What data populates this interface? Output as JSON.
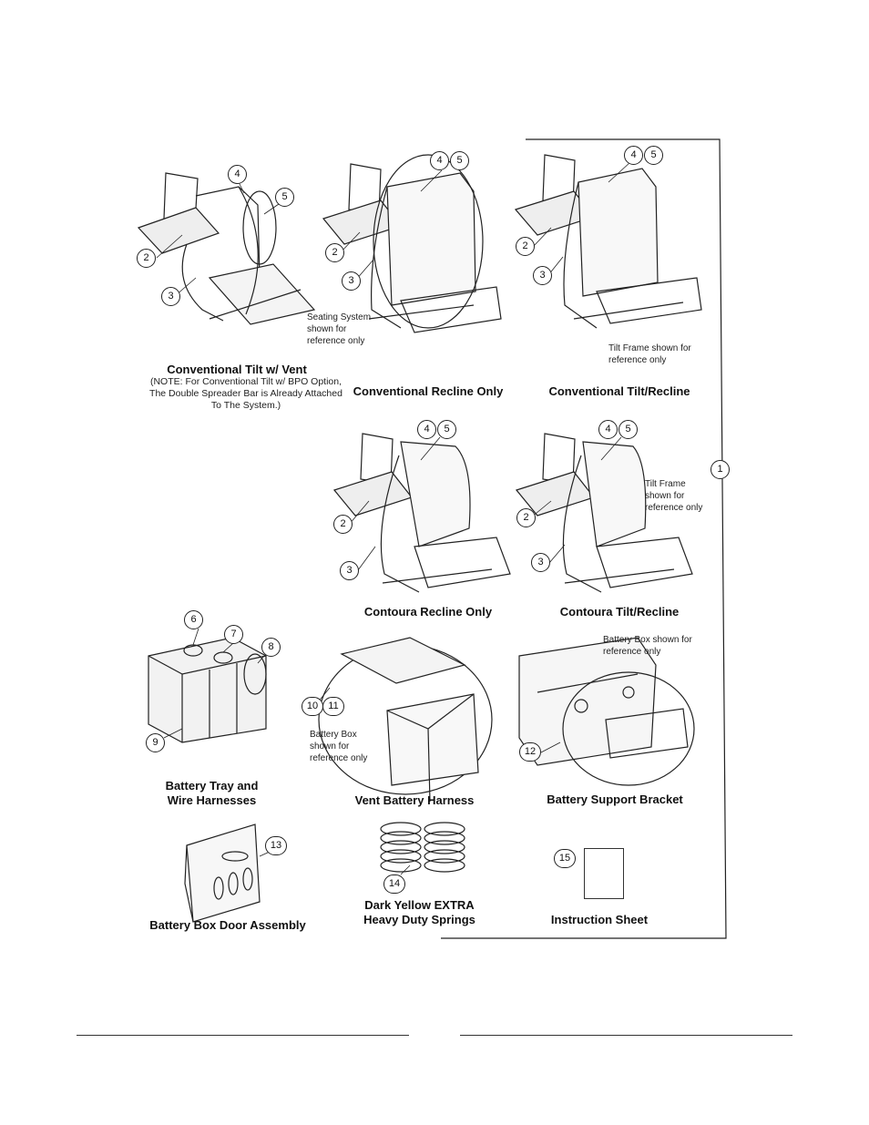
{
  "panels": [
    {
      "id": "conventional-tilt-vent",
      "caption": "Conventional Tilt w/ Vent",
      "note": "(NOTE: For Conventional Tilt w/ BPO Option, The Double Spreader Bar is Already Attached To The System.)",
      "ref_note": "Seating System shown for reference only",
      "callouts": [
        "2",
        "3",
        "4",
        "5"
      ]
    },
    {
      "id": "conventional-recline-only",
      "caption": "Conventional Recline Only",
      "callouts": [
        "2",
        "3",
        "4",
        "5"
      ]
    },
    {
      "id": "conventional-tilt-recline",
      "caption": "Conventional Tilt/Recline",
      "ref_note": "Tilt Frame shown for reference only",
      "callouts": [
        "2",
        "3",
        "4",
        "5"
      ]
    },
    {
      "id": "contoura-recline-only",
      "caption": "Contoura Recline Only",
      "callouts": [
        "2",
        "3",
        "4",
        "5"
      ]
    },
    {
      "id": "contoura-tilt-recline",
      "caption": "Contoura Tilt/Recline",
      "ref_note": "Tilt Frame shown for reference only",
      "callouts": [
        "2",
        "3",
        "4",
        "5"
      ]
    },
    {
      "id": "battery-tray",
      "caption": "Battery Tray and Wire Harnesses",
      "callouts": [
        "6",
        "7",
        "8",
        "9"
      ]
    },
    {
      "id": "vent-battery-harness",
      "caption": "Vent Battery Harness",
      "ref_note": "Battery Box shown for reference only",
      "callouts": [
        "10",
        "11"
      ]
    },
    {
      "id": "battery-support-bracket",
      "caption": "Battery Support Bracket",
      "ref_note": "Battery Box shown for reference only",
      "callouts": [
        "12"
      ]
    },
    {
      "id": "battery-box-door",
      "caption": "Battery Box Door Assembly",
      "callouts": [
        "13"
      ]
    },
    {
      "id": "springs",
      "caption": "Dark Yellow EXTRA Heavy Duty Springs",
      "callouts": [
        "14"
      ]
    },
    {
      "id": "instruction-sheet",
      "caption": "Instruction Sheet",
      "callouts": [
        "15"
      ]
    }
  ],
  "kit_callout": "1"
}
